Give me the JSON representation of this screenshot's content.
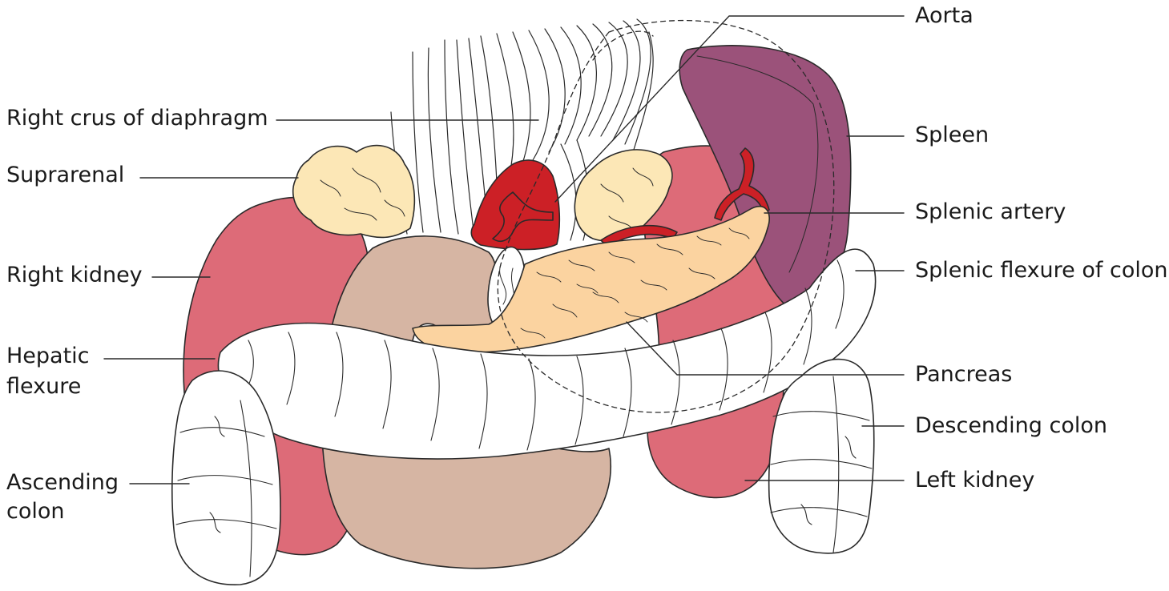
{
  "labels": {
    "left": {
      "right_crus": "Right crus of diaphragm",
      "suprarenal": "Suprarenal",
      "right_kidney": "Right kidney",
      "hepatic_1": "Hepatic",
      "hepatic_2": "flexure",
      "ascending_1": "Ascending",
      "ascending_2": "colon"
    },
    "right": {
      "aorta": "Aorta",
      "spleen": "Spleen",
      "splenic_artery": "Splenic artery",
      "splenic_flexure": "Splenic flexure of colon",
      "pancreas": "Pancreas",
      "descending_colon": "Descending colon",
      "left_kidney": "Left kidney"
    }
  },
  "colors": {
    "kidney": "#dd6b78",
    "spleen": "#9b527a",
    "pancreas": "#fbd3a0",
    "suprarenal": "#fce7b6",
    "duodenum": "#d6b5a3",
    "aorta": "#cc2026",
    "colon": "#ffffff",
    "outline": "#2a2a2a"
  }
}
